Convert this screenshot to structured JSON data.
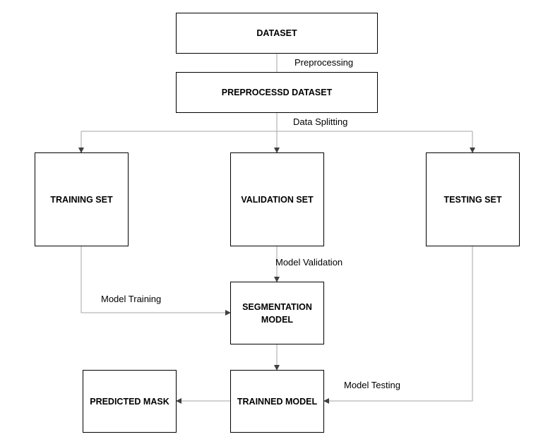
{
  "nodes": {
    "dataset": "DATASET",
    "preprocessed": "PREPROCESSD DATASET",
    "training_set": "TRAINING SET",
    "validation_set": "VALIDATION SET",
    "testing_set": "TESTING SET",
    "segmentation_model": "SEGMENTATION MODEL",
    "trained_model": "TRAINNED MODEL",
    "predicted_mask": "PREDICTED MASK"
  },
  "edges": {
    "preprocessing": "Preprocessing",
    "data_splitting": "Data Splitting",
    "model_validation": "Model Validation",
    "model_training": "Model Training",
    "model_testing": "Model Testing"
  },
  "colors": {
    "box_border": "#000000",
    "connector": "#a6a6a6",
    "arrowhead": "#404040",
    "text": "#000000"
  }
}
